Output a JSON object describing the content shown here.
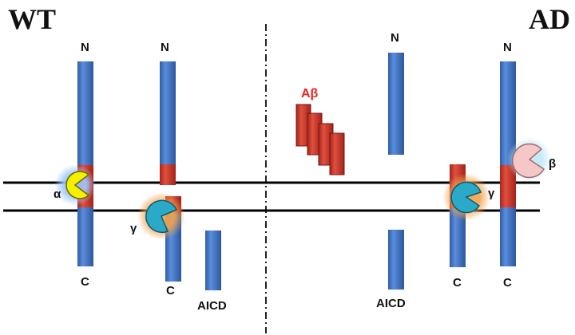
{
  "panels": {
    "wt_label": "WT",
    "ad_label": "AD"
  },
  "labels": {
    "n": "N",
    "c": "C",
    "aicd": "AICD",
    "abeta": "Aβ",
    "alpha": "α",
    "gamma": "γ",
    "beta": "β"
  },
  "colors": {
    "protein_blue": "#3b6fc0",
    "fragment_red": "#c62f22",
    "membrane": "#000000",
    "alpha_secretase": "#f5f000",
    "gamma_secretase": "#2aa9c8",
    "beta_secretase": "#f6c7c7",
    "abeta_text": "#e8221d"
  },
  "icons": {
    "alpha_secretase": "pacman-icon",
    "gamma_secretase": "pacman-icon",
    "beta_secretase": "pacman-icon"
  }
}
